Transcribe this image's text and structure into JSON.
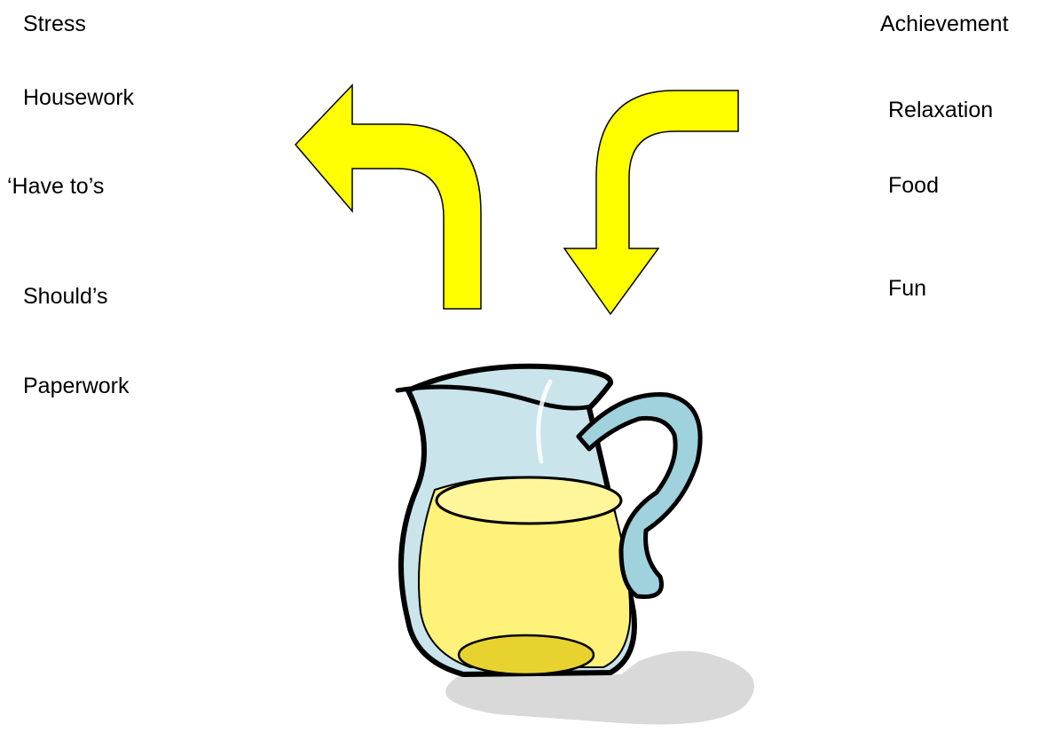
{
  "left_items": [
    "Stress",
    "Housework",
    "‘Have to’s",
    "Should’s",
    "Paperwork"
  ],
  "right_items": [
    "Achievement",
    "Relaxation",
    "Food",
    "Fun"
  ],
  "colors": {
    "arrow_fill": "#ffff00",
    "liquid": "#fff27a",
    "glass": "#c9e4ea",
    "shadow": "#d9d9d9"
  },
  "icons": [
    "arrow-out-icon",
    "arrow-in-icon",
    "jug-icon"
  ]
}
